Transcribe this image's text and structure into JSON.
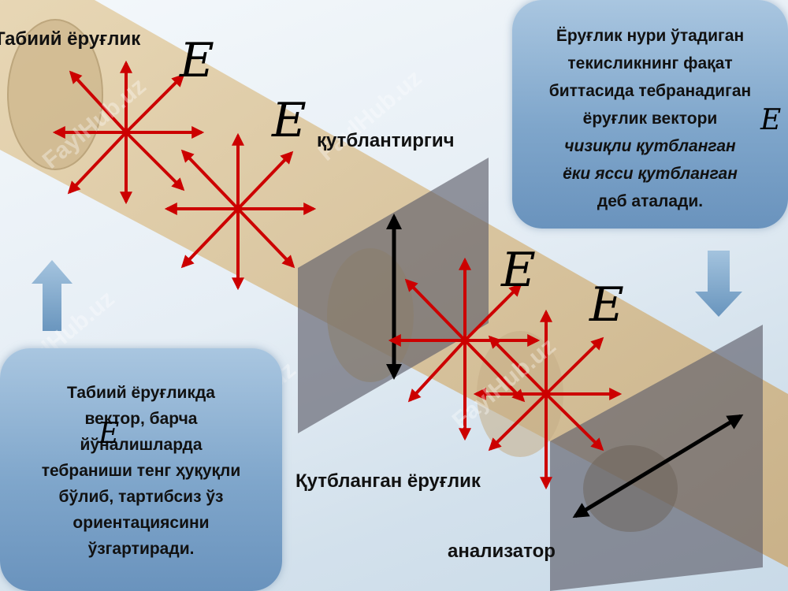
{
  "labels": {
    "natural_light": "Табиий ёруғлик",
    "polarizer": "қутблантиргич",
    "polarized_light": "Қутбланган ёруғлик",
    "analyzer": "анализатор",
    "e_symbol": "E"
  },
  "box_right": {
    "line1": "Ёруғлик нури ўтадиган",
    "line2": "текисликнинг фақат",
    "line3": "биттасида тебранадиган",
    "line4": "ёруғлик вектори",
    "line5_italic": "чизиқли қутбланган",
    "line6_italic": "ёки ясси қутбланган",
    "line7": "деб аталади."
  },
  "box_left": {
    "line1": "Табиий ёруғликда",
    "line2": "вектор, барча",
    "line3": "йўналишларда",
    "line4": "тебраниши тенг ҳуқуқли",
    "line5": "бўлиб, тартибсиз ўз",
    "line6": "ориентациясини",
    "line7": "ўзгартиради."
  },
  "watermark": "FaylHub.uz",
  "colors": {
    "beam": "#d9c29a",
    "vector_red": "#cc0000",
    "plate": "#5f5f6b",
    "box_blue": "#7fa6cb",
    "arrow_blue": "#6f9bc4"
  }
}
